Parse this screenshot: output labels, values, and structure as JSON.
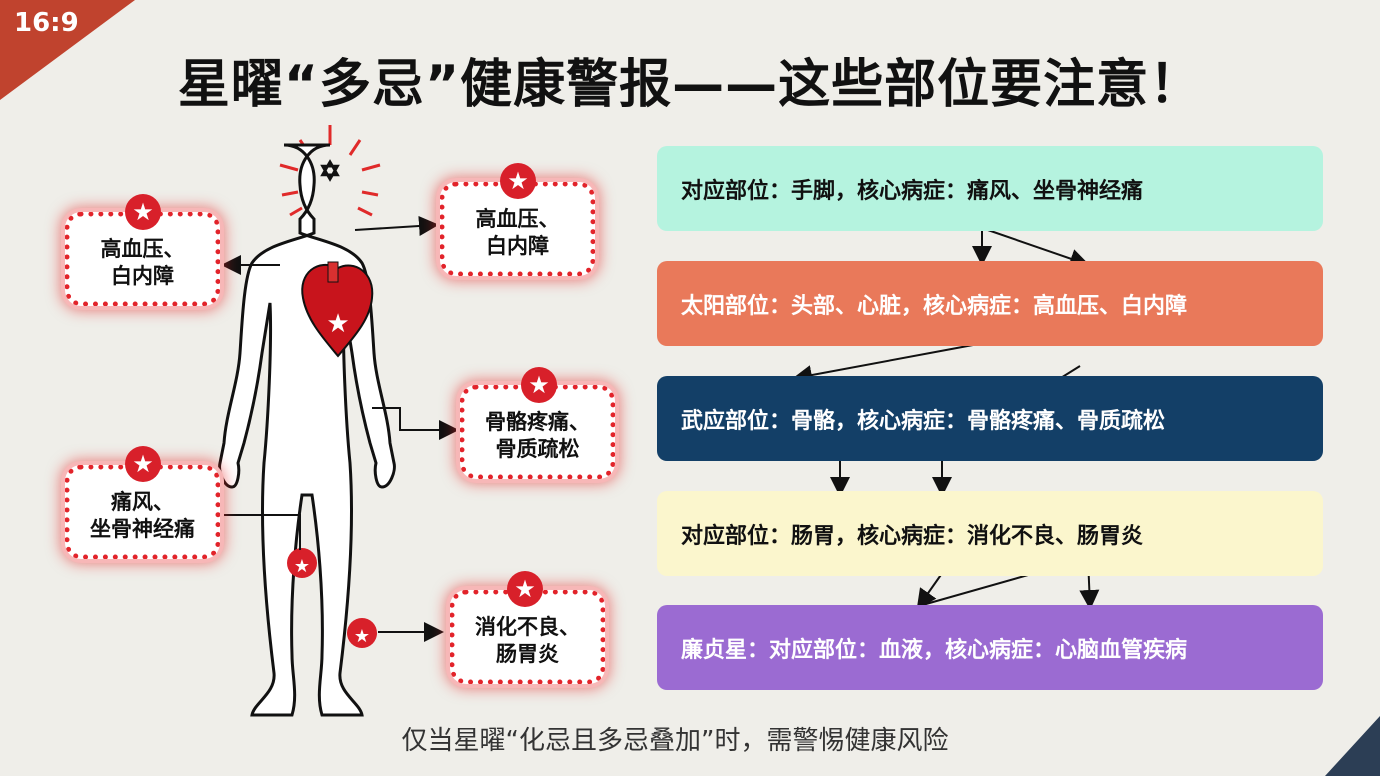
{
  "badge": "16:9",
  "title": "星曜“多忌”健康警报——这些部位要注意！",
  "callouts": [
    {
      "text": "高血压、\n白内障"
    },
    {
      "text": "高血压、\n白内障"
    },
    {
      "text": "骨骼疼痛、\n骨质疏松"
    },
    {
      "text": "痛风、\n坐骨神经痛"
    },
    {
      "text": "消化不良、\n肠胃炎"
    }
  ],
  "rows": [
    {
      "text": "对应部位：手脚，核心病症：痛风、坐骨神经痛",
      "color": "#b5f3df"
    },
    {
      "text": "太阳部位：头部、心脏，核心病症：高血压、白内障",
      "color": "#e9795a"
    },
    {
      "text": "武应部位：骨骼，核心病症：骨骼疼痛、骨质疏松",
      "color": "#133f67"
    },
    {
      "text": "对应部位：肠胃，核心病症：消化不良、肠胃炎",
      "color": "#fbf6cd"
    },
    {
      "text": "廉贞星：对应部位：血液，核心病症：心脑血管疾病",
      "color": "#9b6bd2"
    }
  ],
  "footer": "仅当星曜“化忌且多忌叠加”时，需警惕健康风险",
  "star_glyph": "★"
}
